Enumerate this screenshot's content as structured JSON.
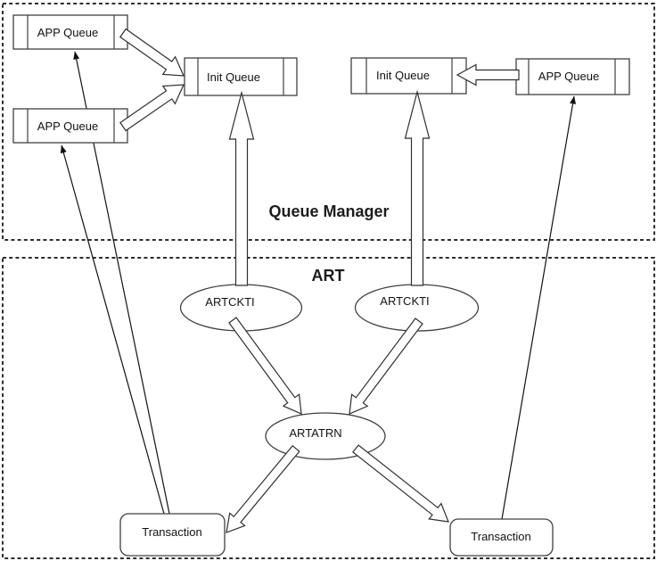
{
  "regions": {
    "queue_manager": {
      "label": "Queue Manager"
    },
    "art": {
      "label": "ART"
    }
  },
  "nodes": {
    "app_queue_top_left": {
      "label": "APP Queue",
      "type": "queue"
    },
    "app_queue_mid_left": {
      "label": "APP Queue",
      "type": "queue"
    },
    "init_queue_left": {
      "label": "Init Queue",
      "type": "queue"
    },
    "init_queue_right": {
      "label": "Init Queue",
      "type": "queue"
    },
    "app_queue_right": {
      "label": "APP Queue",
      "type": "queue"
    },
    "artckti_left": {
      "label": "ARTCKTI",
      "type": "process-ellipse"
    },
    "artckti_right": {
      "label": "ARTCKTI",
      "type": "process-ellipse"
    },
    "artatrn": {
      "label": "ARTATRN",
      "type": "process-ellipse"
    },
    "transaction_left": {
      "label": "Transaction",
      "type": "rounded-box"
    },
    "transaction_right": {
      "label": "Transaction",
      "type": "rounded-box"
    }
  },
  "edges": [
    {
      "from": "app_queue_top_left",
      "to": "init_queue_left",
      "style": "block-arrow"
    },
    {
      "from": "app_queue_mid_left",
      "to": "init_queue_left",
      "style": "block-arrow"
    },
    {
      "from": "artckti_left",
      "to": "init_queue_left",
      "style": "block-arrow"
    },
    {
      "from": "artckti_right",
      "to": "init_queue_right",
      "style": "block-arrow"
    },
    {
      "from": "app_queue_right",
      "to": "init_queue_right",
      "style": "block-arrow"
    },
    {
      "from": "artckti_left",
      "to": "artatrn",
      "style": "block-arrow"
    },
    {
      "from": "artckti_right",
      "to": "artatrn",
      "style": "block-arrow"
    },
    {
      "from": "artatrn",
      "to": "transaction_left",
      "style": "block-arrow"
    },
    {
      "from": "artatrn",
      "to": "transaction_right",
      "style": "block-arrow"
    },
    {
      "from": "transaction_left",
      "to": "app_queue_top_left",
      "style": "thin-arrow"
    },
    {
      "from": "transaction_left",
      "to": "app_queue_mid_left",
      "style": "thin-arrow"
    },
    {
      "from": "transaction_right",
      "to": "app_queue_right",
      "style": "thin-arrow"
    }
  ]
}
